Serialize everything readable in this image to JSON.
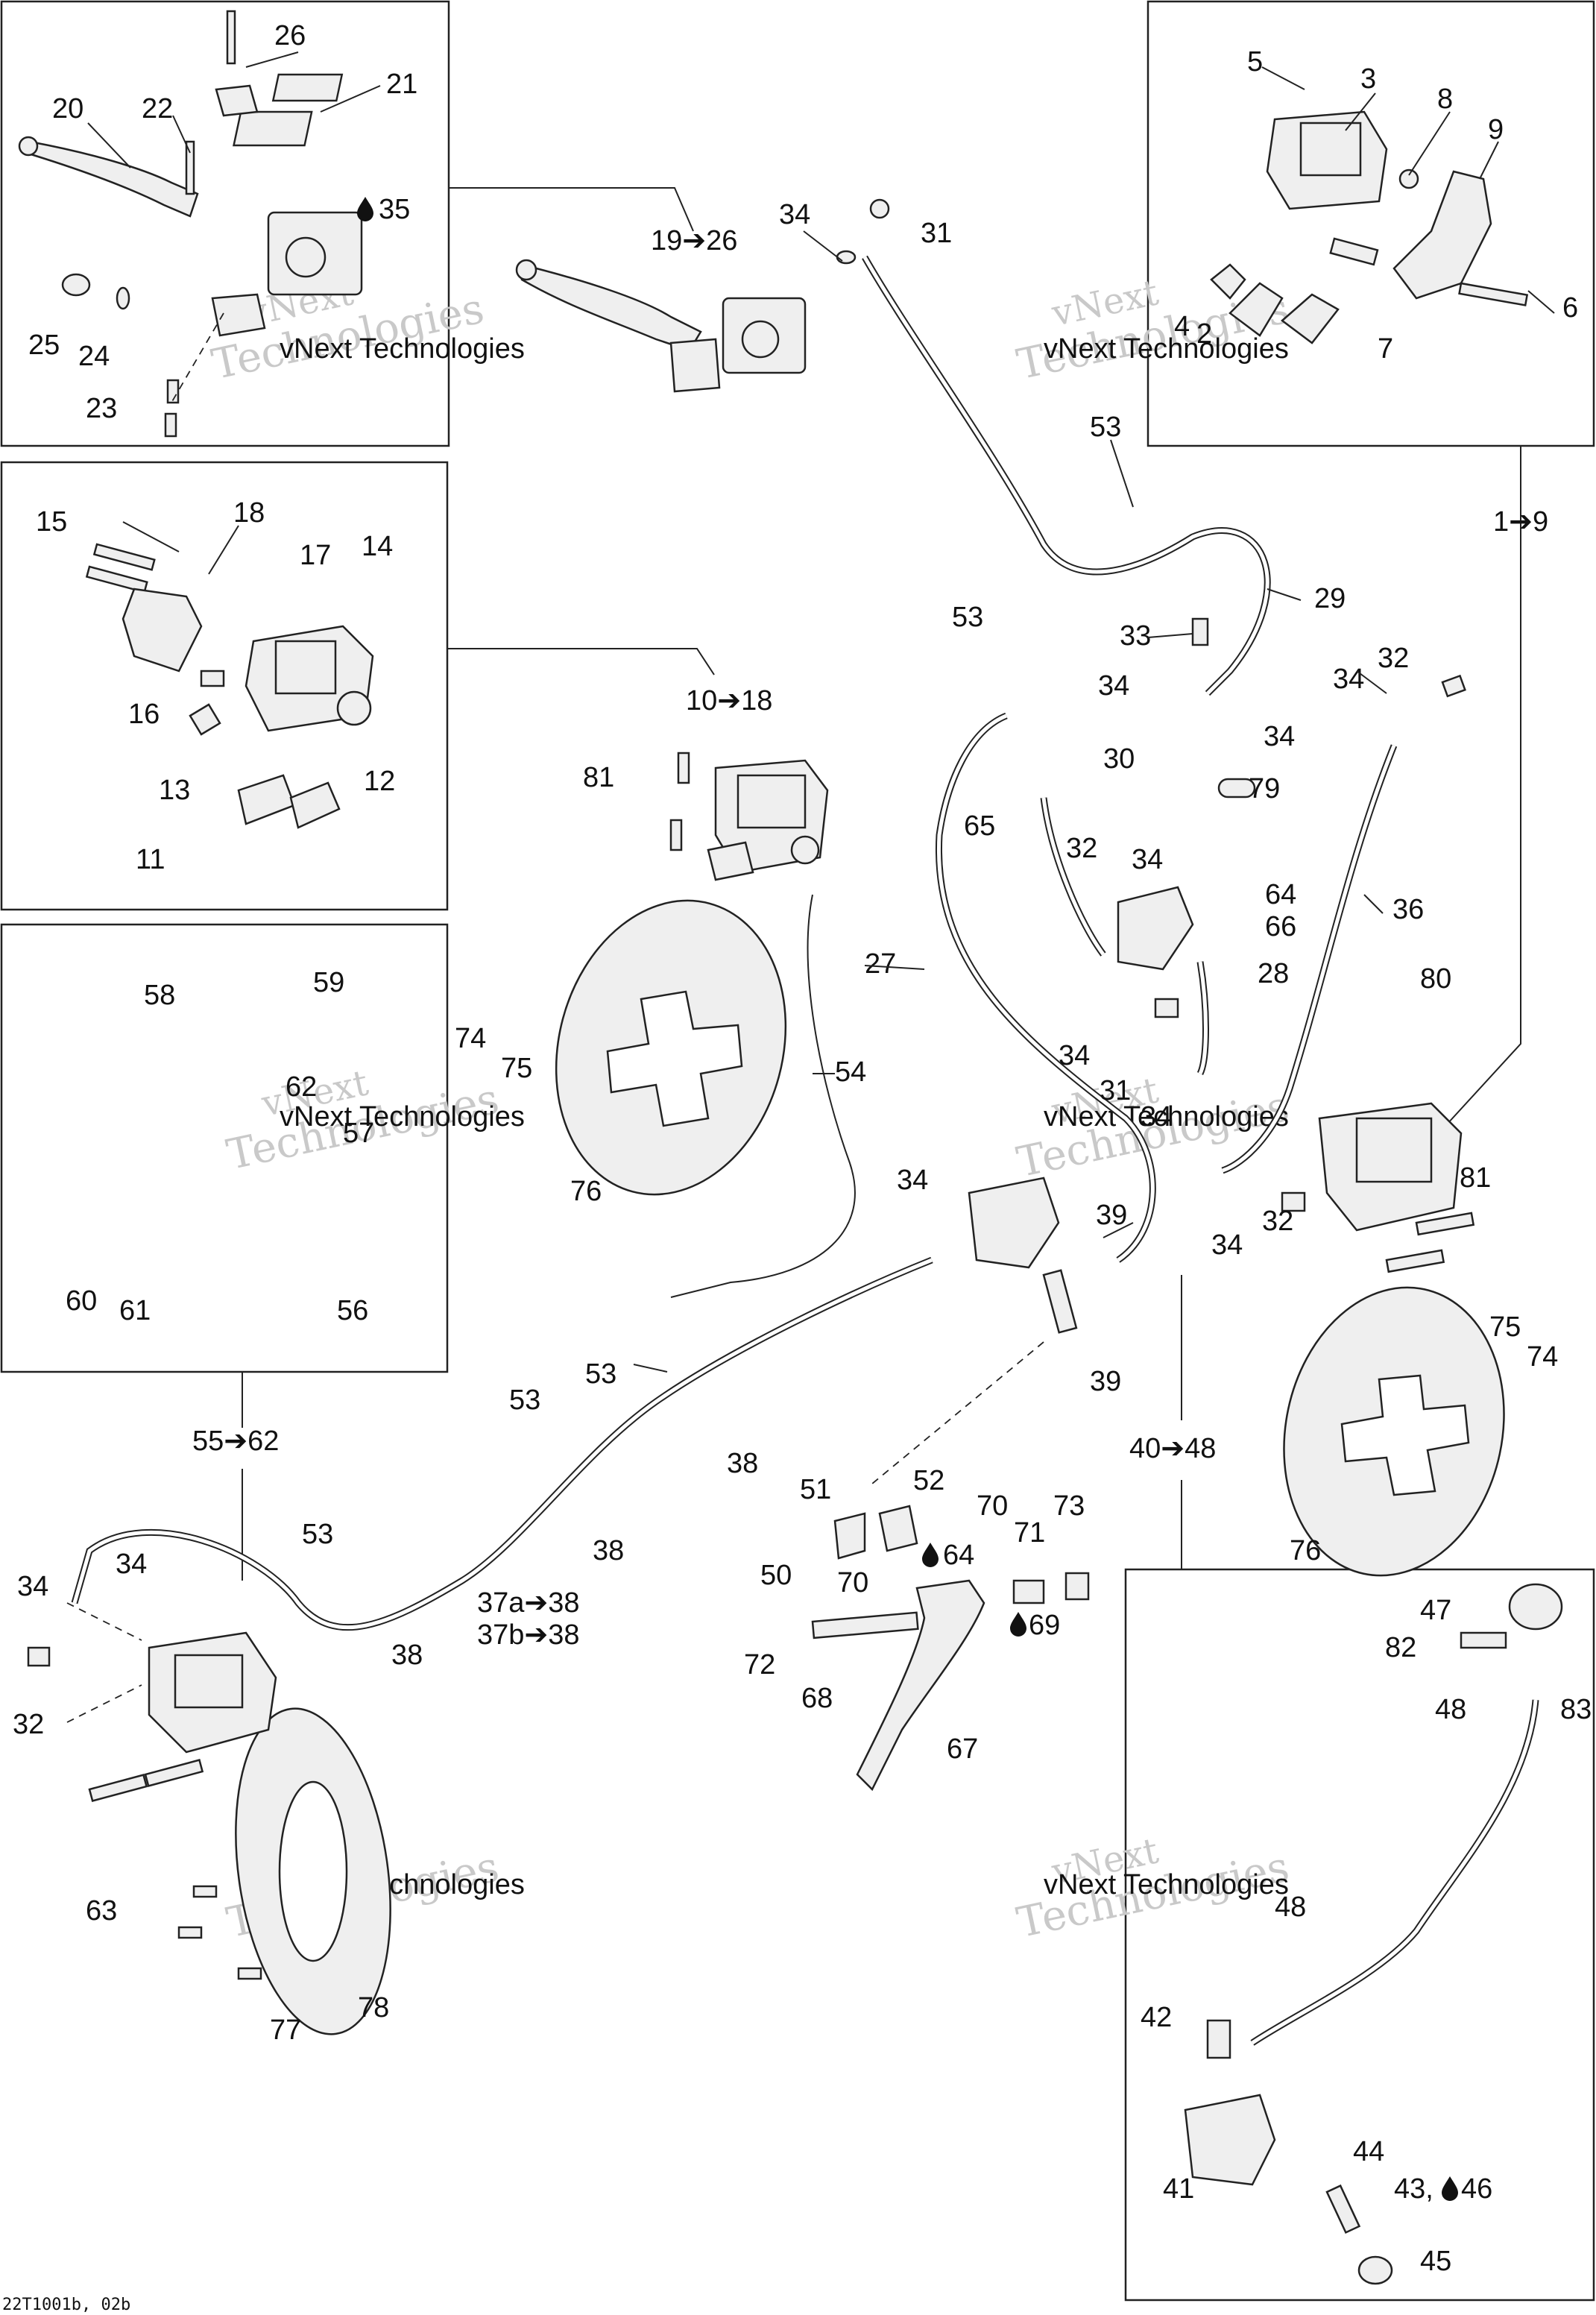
{
  "footer_code": "22T1001b, 02b",
  "watermark": {
    "line1": "vNext",
    "line2": "Technologies",
    "small": "vNext Technologies"
  },
  "icons": {
    "oil_drop": "drop-icon",
    "arrow": "right-arrow-icon"
  },
  "labels": {
    "l26": "26",
    "l21": "21",
    "l20": "20",
    "l22": "22",
    "l35": "35",
    "l25": "25",
    "l24": "24",
    "l23": "23",
    "l19_26": "19➔26",
    "l34a": "34",
    "l31a": "31",
    "l5": "5",
    "l3": "3",
    "l8": "8",
    "l9": "9",
    "l4": "4",
    "l2": "2",
    "l7": "7",
    "l6": "6",
    "l53a": "53",
    "l53b": "53",
    "l29": "29",
    "l1_9": "1➔9",
    "l15": "15",
    "l18": "18",
    "l17": "17",
    "l14": "14",
    "l16": "16",
    "l12": "12",
    "l13": "13",
    "l11": "11",
    "l10_18": "10➔18",
    "l81a": "81",
    "l33": "33",
    "l34b": "34",
    "l34c": "34",
    "l32a": "32",
    "l34d": "34",
    "l30": "30",
    "l79": "79",
    "l65": "65",
    "l32b": "32",
    "l34e": "34",
    "l64": "64",
    "l66": "66",
    "l36": "36",
    "l27": "27",
    "l28": "28",
    "l80": "80",
    "l34f": "34",
    "l31b": "31",
    "l34g": "34",
    "l58": "58",
    "l59": "59",
    "l62": "62",
    "l57": "57",
    "l60": "60",
    "l61": "61",
    "l56": "56",
    "l74a": "74",
    "l75a": "75",
    "l76a": "76",
    "l54": "54",
    "l34h": "34",
    "l39a": "39",
    "l39b": "39",
    "l81b": "81",
    "l34i": "34",
    "l32c": "32",
    "l53c": "53",
    "l53d": "53",
    "l38a": "38",
    "l38b": "38",
    "l55_62": "55➔62",
    "l40_48": "40➔48",
    "l75b": "75",
    "l74b": "74",
    "l76b": "76",
    "l53e": "53",
    "l34j": "34",
    "l34k": "34",
    "l32d": "32",
    "l37a": "37a➔38",
    "l37b": "37b➔38",
    "l38c": "38",
    "l51": "51",
    "l52": "52",
    "l64b": "64",
    "l70a": "70",
    "l71": "71",
    "l73": "73",
    "l50": "50",
    "l70b": "70",
    "l69": "69",
    "l72": "72",
    "l68": "68",
    "l67": "67",
    "l47": "47",
    "l82": "82",
    "l83": "83",
    "l48a": "48",
    "l48b": "48",
    "l63": "63",
    "l77": "77",
    "l78": "78",
    "l42": "42",
    "l41": "41",
    "l44": "44",
    "l43_46": "43,",
    "l46n": "46",
    "l45": "45"
  }
}
